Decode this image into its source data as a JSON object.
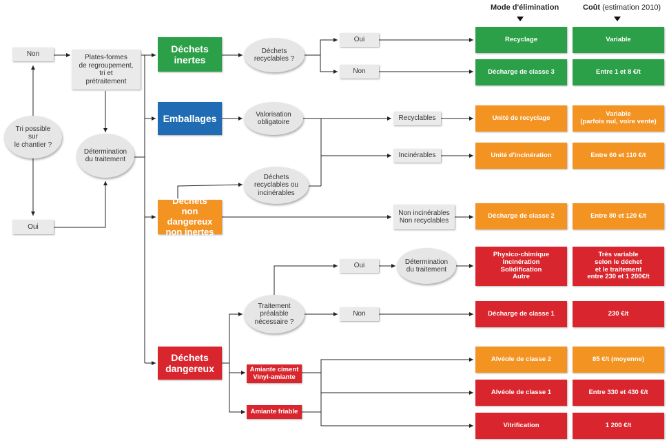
{
  "header": {
    "mode_title": "Mode d'élimination",
    "cost_title": "Coût",
    "cost_subtitle": "(estimation 2010)"
  },
  "left": {
    "non": "Non",
    "oui": "Oui",
    "tri_question": "Tri possible\nsur\nle chantier ?",
    "platforms": "Plates-formes\nde regroupement,\ntri et\nprétraitement",
    "determination": "Détermination\ndu traitement"
  },
  "categories": {
    "inertes": "Déchets\ninertes",
    "emballages": "Emballages",
    "non_dangereux": "Déchets\nnon dangereux\nnon inertes",
    "dangereux": "Déchets\ndangereux"
  },
  "questions": {
    "recyclables": "Déchets\nrecyclables ?",
    "valorisation": "Valorisation\nobligatoire",
    "recyclables_ou_incinerables": "Déchets\nrecyclables ou\nincinérables",
    "traitement_prealable": "Traitement\npréalable\nnécessaire ?",
    "determination2": "Détermination\ndu traitement"
  },
  "answers": {
    "oui1": "Oui",
    "non1": "Non",
    "recyclables": "Recyclables",
    "incinerables": "Incinérables",
    "non_incinerables": "Non incinérables\nNon recyclables",
    "oui2": "Oui",
    "non2": "Non"
  },
  "amiante": {
    "ciment": "Amiante ciment\nVinyl-amiante",
    "friable": "Amiante friable"
  },
  "modes": [
    "Recyclage",
    "Décharge de classe 3",
    "Unité de recyclage",
    "Unité d'incinération",
    "Décharge de classe 2",
    "Physico-chimique\nIncinération\nSolidification\nAutre",
    "Décharge de classe 1",
    "Alvéole de classe 2",
    "Alvéole de classe 1",
    "Vitrification"
  ],
  "costs": [
    "Variable",
    "Entre 1 et 8 €/t",
    "Variable\n(parfois nul, voire vente)",
    "Entre 60 et 110 €/t",
    "Entre 80 et 120 €/t",
    "Très variable\nselon le déchet\net le traitement\nentre 230 et 1 200€/t",
    "230 €/t",
    "85 €/t (moyenne)",
    "Entre 330 et 430 €/t",
    "1 200 €/t"
  ],
  "colors": {
    "green": "#2ca048",
    "blue": "#1f6cb4",
    "orange": "#f39322",
    "red": "#d9262e",
    "grey_box": "#eaeaea",
    "line": "#222222"
  }
}
